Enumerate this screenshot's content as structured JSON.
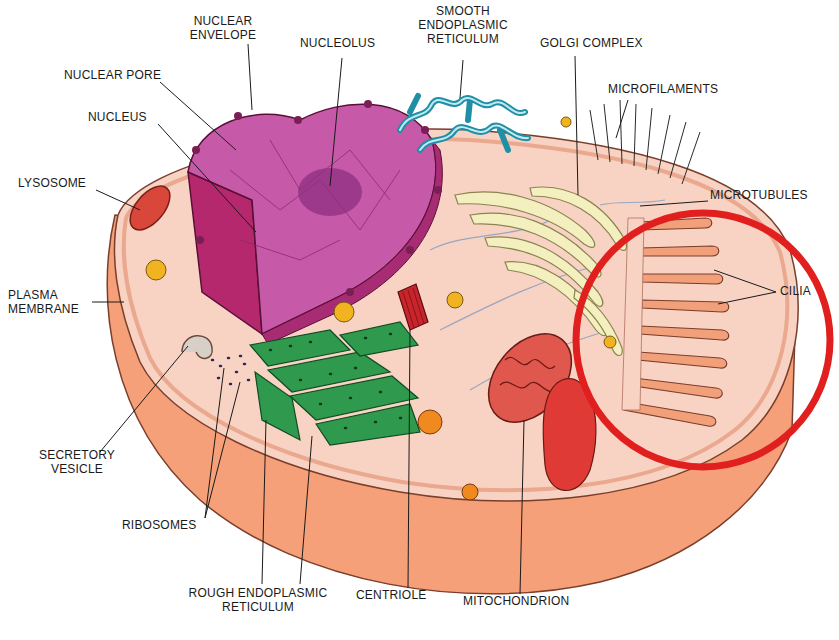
{
  "diagram": {
    "labels": [
      "NUCLEAR ENVELOPE",
      "NUCLEOLUS",
      "SMOOTH ENDOPLASMIC RETICULUM",
      "GOLGI COMPLEX",
      "NUCLEAR PORE",
      "MICROFILAMENTS",
      "NUCLEUS",
      "LYSOSOME",
      "MICROTUBULES",
      "CILIA",
      "PLASMA MEMBRANE",
      "SECRETORY VESICLE",
      "RIBOSOMES",
      "ROUGH ENDOPLASMIC RETICULUM",
      "CENTRIOLE",
      "MITOCHONDRION"
    ]
  }
}
